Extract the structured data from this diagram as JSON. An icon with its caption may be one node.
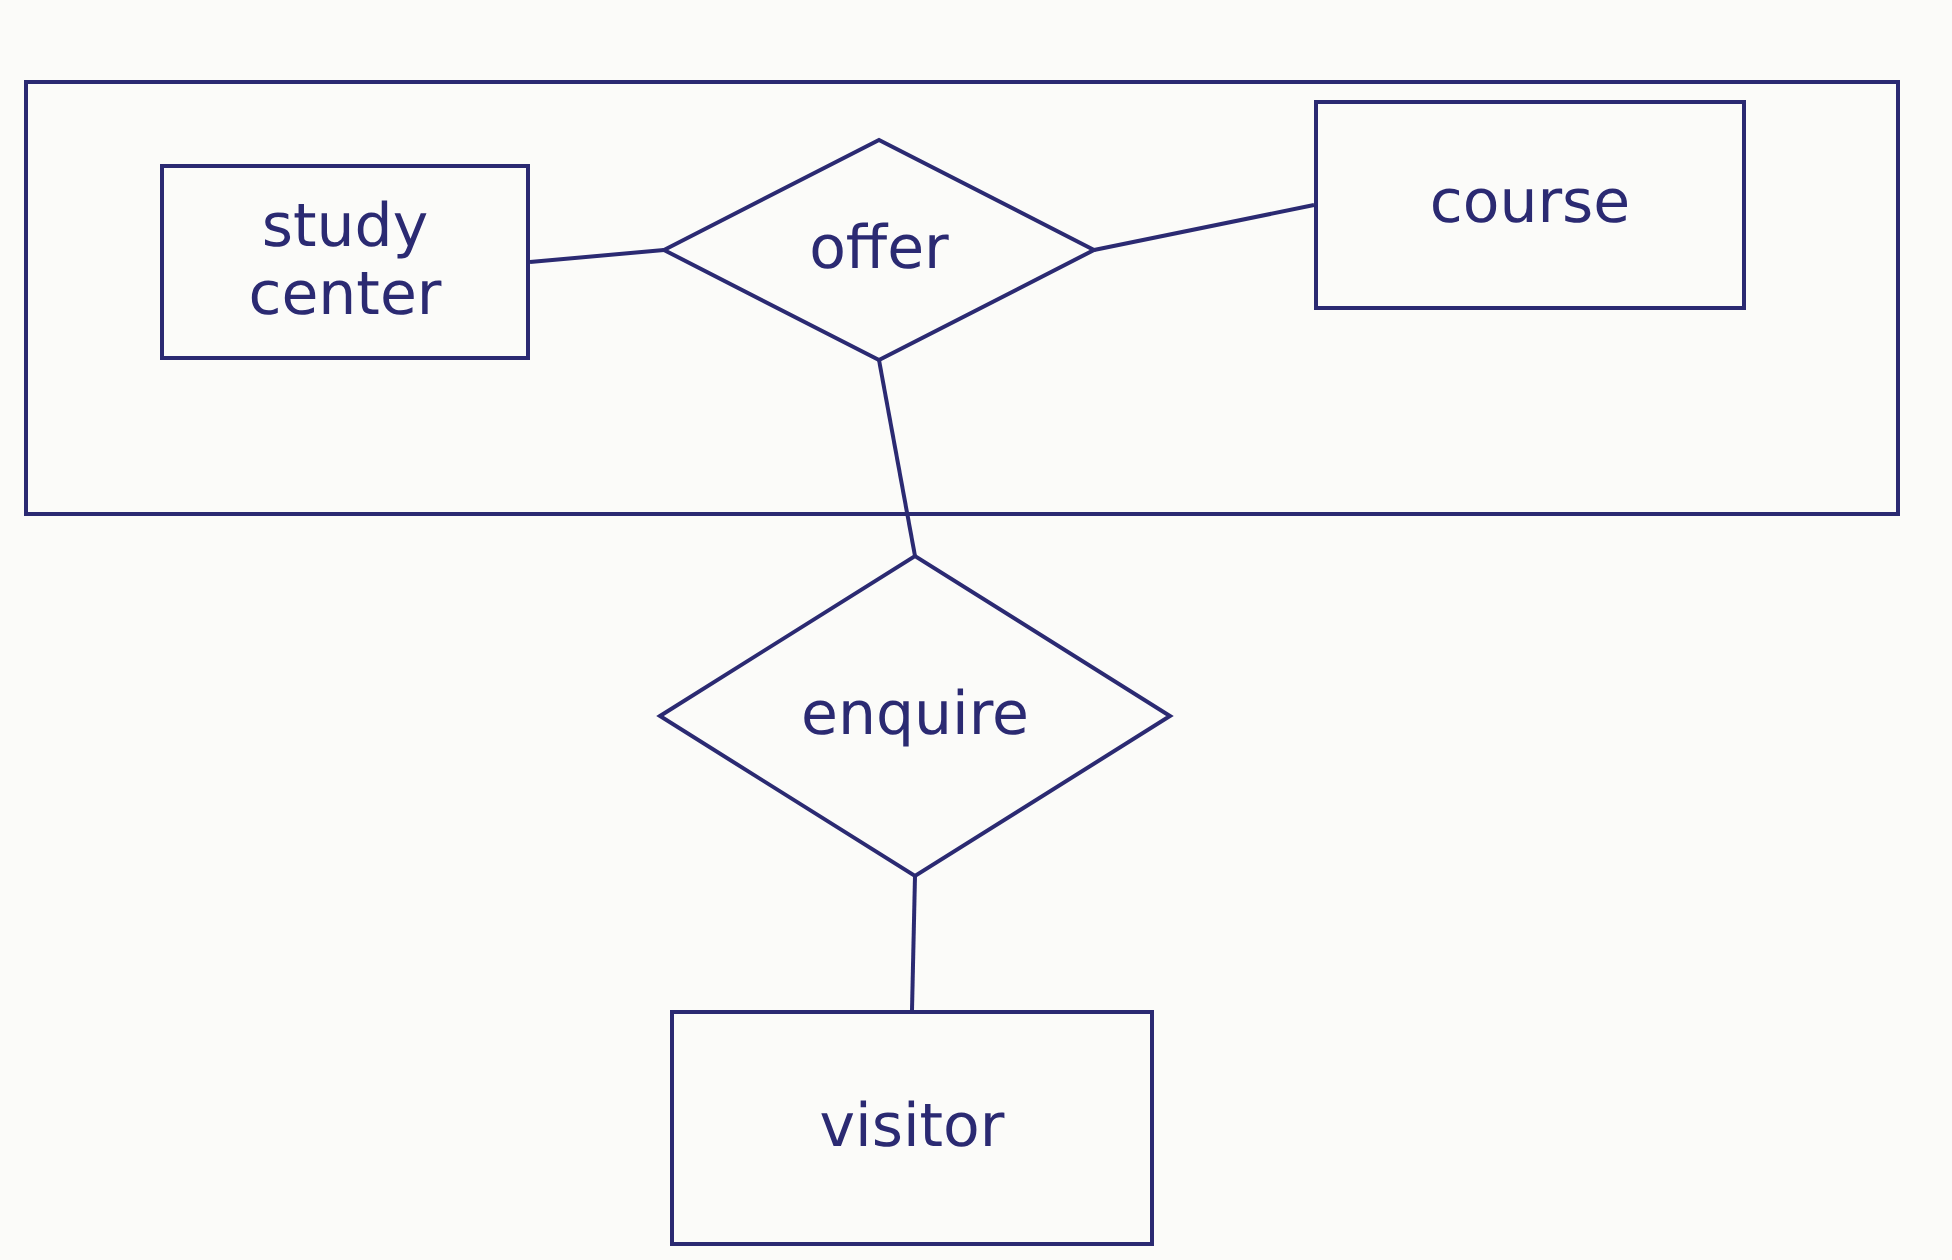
{
  "diagram": {
    "nodes": [
      {
        "text": [],
        "shape": "box"
      },
      {
        "text": [
          "study center"
        ],
        "in": 0
      },
      {
        "text": [
          "offer"
        ],
        "in": 0
      },
      {
        "text": [
          "course"
        ],
        "in": 0
      },
      {
        "text": [
          "enquire"
        ]
      },
      {
        "text": [
          "visitor"
        ]
      }
    ],
    "edges": [
      {
        "from": 1,
        "to": 2,
        "arrow": "none"
      },
      {
        "from": 2,
        "to": 3,
        "arrow": "none"
      },
      {
        "from": 2,
        "to": 4,
        "arrow": "none"
      },
      {
        "from": 4,
        "to": 5,
        "arrow": "none"
      }
    ]
  }
}
